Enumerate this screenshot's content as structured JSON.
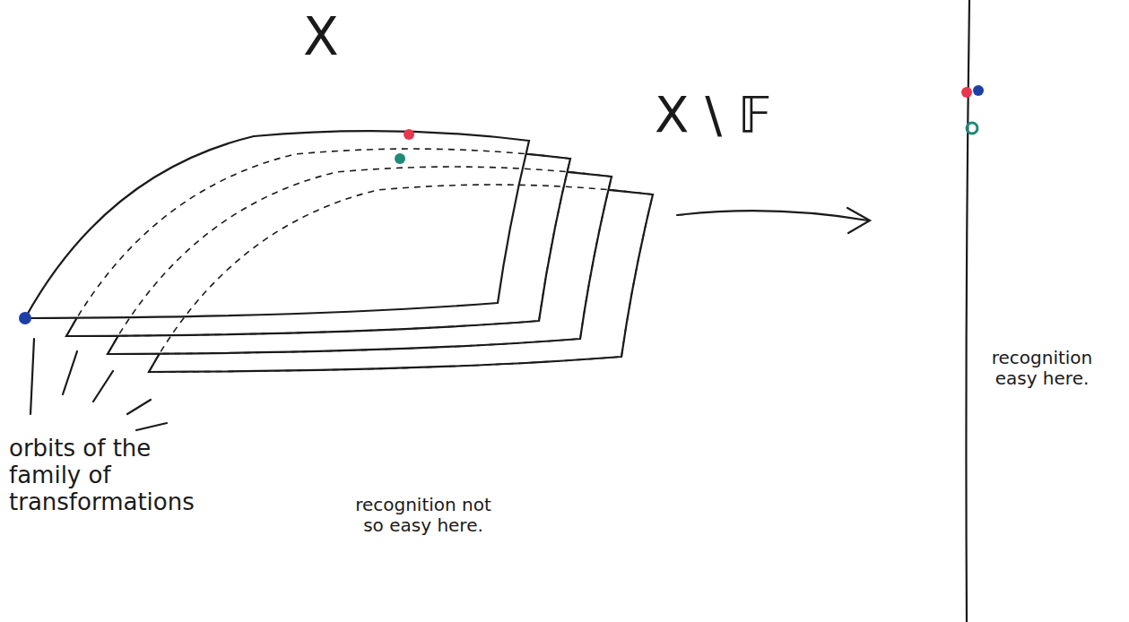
{
  "diagram": {
    "labels": [
      "X",
      "orbits of the family of transformations",
      "recognition not so easy here.",
      "X \\ 𝔽",
      "recognition easy here."
    ]
  }
}
